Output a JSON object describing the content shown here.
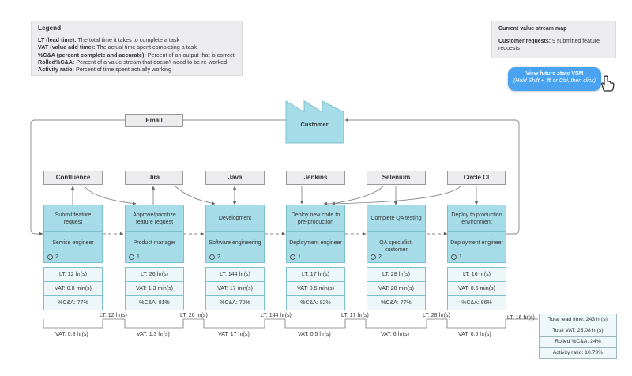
{
  "legend": {
    "title": "Legend",
    "rows": [
      {
        "term": "LT (lead time):",
        "desc": "The total time it takes to complete a task"
      },
      {
        "term": "VAT (value add time):",
        "desc": "The actual time spent completing a task"
      },
      {
        "term": "%C&A (percent complete and accurate):",
        "desc": "Percent of an output that is correct"
      },
      {
        "term": "Rolled%C&A:",
        "desc": "Percent of a value stream that doesn't need to be re-worked"
      },
      {
        "term": "Activity ratio:",
        "desc": "Percent of time spent actually working"
      }
    ]
  },
  "current": {
    "title": "Current value stream map",
    "requests_label": "Customer requests:",
    "requests_value": "9 submitted feature requests"
  },
  "future_button": {
    "label": "View future state VSM",
    "hint": "(Hold Shift + ⌘ or Ctrl, then click)"
  },
  "customer": "Customer",
  "email": "Email",
  "tools": [
    "Confluence",
    "Jira",
    "Java",
    "Jenkins",
    "Selenium",
    "Circle CI"
  ],
  "processes": [
    {
      "name": "Submit feature request",
      "role": "Service engineer",
      "operators": "2",
      "lt": "LT:  12 hr(s)",
      "vat": "VAT:  0.8 min(s)",
      "ca": "%C&A: 77%"
    },
    {
      "name": "Approve/prioritize feature request",
      "role": "Product manager",
      "operators": "1",
      "lt": "LT:  26 hr(s)",
      "vat": "VAT:  1.3 min(s)",
      "ca": "%C&A: 81%"
    },
    {
      "name": "Development",
      "role": "Software engineering",
      "operators": "2",
      "lt": "LT:  144 hr(s)",
      "vat": "VAT:  17 min(s)",
      "ca": "%C&A: 70%"
    },
    {
      "name": "Deploy new code to pre-production",
      "role": "Deployment engineer",
      "operators": "1",
      "lt": "LT:  17 hr(s)",
      "vat": "VAT:  0.5 min(s)",
      "ca": "%C&A: 82%"
    },
    {
      "name": "Complete QA testing",
      "role": "QA specialist, customer",
      "operators": "2",
      "lt": "LT:  28 hr(s)",
      "vat": "VAT:  28 min(s)",
      "ca": "%C&A: 77%"
    },
    {
      "name": "Deploy to production environment",
      "role": "Deployment engineer",
      "operators": "1",
      "lt": "LT:  16 hr(s)",
      "vat": "VAT:  0.5 min(s)",
      "ca": "%C&A: 86%"
    }
  ],
  "timeline": {
    "lt": [
      "LT: 12 hr(s)",
      "LT: 26 hr(s)",
      "LT: 144 hr(s)",
      "LT: 17 hr(s)",
      "LT: 28 hr(s)",
      "LT: 16 hr(s)"
    ],
    "vat": [
      "VAT:  0.8 hr(s)",
      "VAT:  1.3 hr(s)",
      "VAT:  17 hr(s)",
      "VAT:  0.5 hr(s)",
      "VAT:  6 hr(s)",
      "VAT:  0.5 hr(s)"
    ]
  },
  "summary": {
    "total_lt": "Total lead time: 243 hr(s)",
    "total_vat": "Total VAT: 25.08 hr(s)",
    "rolled": "Rolled %C&A: 24%",
    "activity": "Activity ratio: 10.73%"
  },
  "colors": {
    "process": "#a6dce8",
    "button": "#4aa3f0",
    "tool": "#ececee"
  }
}
